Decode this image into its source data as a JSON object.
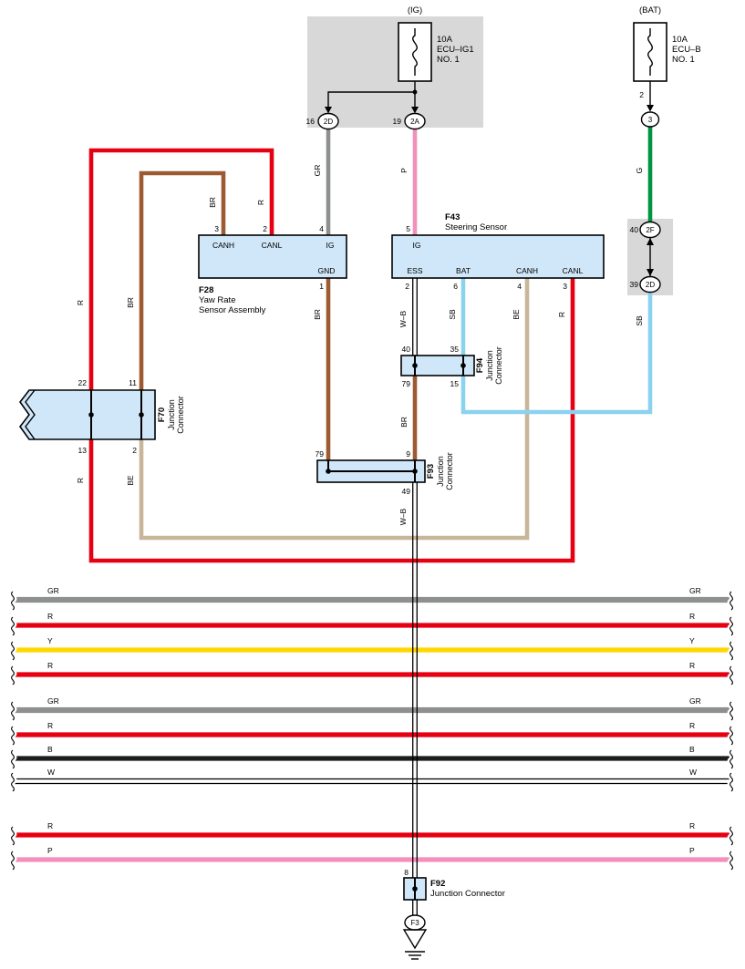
{
  "colors": {
    "red": "#e60012",
    "brown": "#9c5a33",
    "beige": "#c8b69b",
    "gray": "#8e8f8f",
    "pink": "#f290bb",
    "green": "#009540",
    "skyblue": "#8ad2f0",
    "yellow": "#ffd700",
    "black": "#1d1d1b",
    "white": "#ffffff",
    "box_fill": "#cfe7f8",
    "panel_fill": "#d8d8d8"
  },
  "fuses": {
    "ig": {
      "tag": "(IG)",
      "amp": "10A",
      "name1": "ECU–IG1",
      "name2": "NO. 1"
    },
    "bat": {
      "tag": "(BAT)",
      "amp": "10A",
      "name1": "ECU–B",
      "name2": "NO. 1"
    }
  },
  "connectors": {
    "ig_2d": {
      "pin": "16",
      "label": "2D"
    },
    "ig_2a": {
      "pin": "19",
      "label": "2A"
    },
    "bat_3": {
      "pin": "2",
      "label": "3"
    },
    "bat_2f": {
      "pin": "40",
      "label": "2F"
    },
    "bat_2d": {
      "pin": "39",
      "label": "2D"
    }
  },
  "f28": {
    "code": "F28",
    "name1": "Yaw Rate",
    "name2": "Sensor Assembly",
    "pin_canh": "3",
    "pin_canl": "2",
    "pin_ig": "4",
    "pin_gnd": "1",
    "canh": "CANH",
    "canl": "CANL",
    "ig": "IG",
    "gnd": "GND"
  },
  "f43": {
    "code": "F43",
    "name": "Steering Sensor",
    "pin_ig": "5",
    "pin_ess": "2",
    "pin_bat": "6",
    "pin_canh": "4",
    "pin_canl": "3",
    "ig": "IG",
    "ess": "ESS",
    "bat": "BAT",
    "canh": "CANH",
    "canl": "CANL"
  },
  "f70": {
    "code": "F70",
    "name1": "Junction",
    "name2": "Connector",
    "pin_tl": "22",
    "pin_tr": "11",
    "pin_bl": "13",
    "pin_br": "2"
  },
  "f94": {
    "code": "F94",
    "name1": "Junction",
    "name2": "Connector",
    "pin_tl": "40",
    "pin_tr": "35",
    "pin_bl": "79",
    "pin_br": "15"
  },
  "f93": {
    "code": "F93",
    "name1": "Junction",
    "name2": "Connector",
    "pin_tl": "79",
    "pin_tr": "9",
    "pin_b": "49"
  },
  "f92": {
    "code": "F92",
    "name": "Junction Connector",
    "pin": "8"
  },
  "ground": {
    "label": "F3"
  },
  "wire_labels": {
    "gr": "GR",
    "p": "P",
    "g": "G",
    "br_canh": "BR",
    "r_canl": "R",
    "r_left_top": "R",
    "br_left_top": "BR",
    "br_gnd": "BR",
    "wb_ess": "W–B",
    "sb_bat": "SB",
    "be_canh": "BE",
    "r_canl_f43": "R",
    "sb_right": "SB",
    "r_left_bot": "R",
    "be_left_bot": "BE",
    "br_mid": "BR",
    "wb_bot": "W–B"
  },
  "buses": [
    {
      "left": "GR",
      "right": "GR",
      "color": "#8e8f8f"
    },
    {
      "left": "R",
      "right": "R",
      "color": "#e60012"
    },
    {
      "left": "Y",
      "right": "Y",
      "color": "#ffd700"
    },
    {
      "left": "R",
      "right": "R",
      "color": "#e60012"
    },
    {
      "left": "GR",
      "right": "GR",
      "color": "#8e8f8f"
    },
    {
      "left": "R",
      "right": "R",
      "color": "#e60012"
    },
    {
      "left": "B",
      "right": "B",
      "color": "#1d1d1b"
    },
    {
      "left": "W",
      "right": "W",
      "color": "#ffffff"
    },
    {
      "left": "R",
      "right": "R",
      "color": "#e60012"
    },
    {
      "left": "P",
      "right": "P",
      "color": "#f290bb"
    }
  ]
}
